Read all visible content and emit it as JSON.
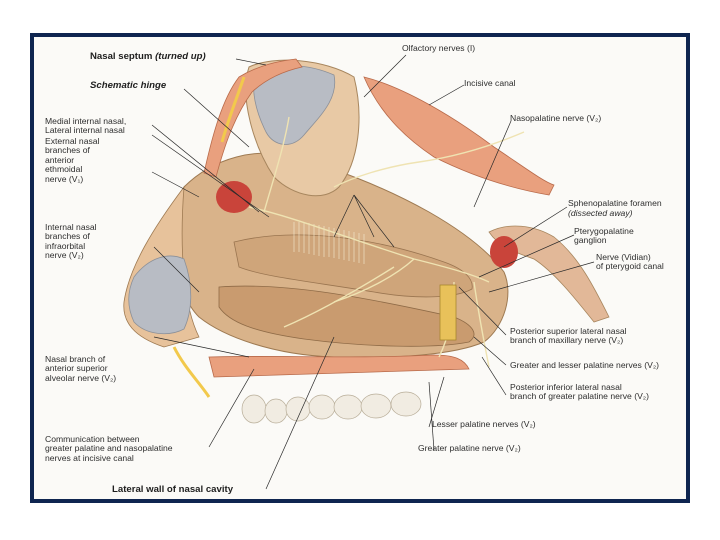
{
  "colors": {
    "frame": "#0f2550",
    "nerve": "#e6d8a0",
    "tissue": "#d9b38a",
    "bone": "#e9a07e",
    "vessel": "#c9443a",
    "fat": "#f2c94c",
    "mucosa_grey": "#b8bcc4"
  },
  "labels": {
    "nasal_septum_bold": "Nasal septum",
    "nasal_septum_rest": "(turned up)",
    "schematic_hinge": "Schematic hinge",
    "medial_lateral_internal_nasal": "Medial internal nasal,\nLateral internal nasal",
    "external_nasal_branches": "External nasal\nbranches of\nanterior\nethmoidal\nnerve (V₁)",
    "internal_nasal_infraorbital": "Internal nasal\nbranches of\ninfraorbital\nnerve (V₂)",
    "nasal_branch_alveolar": "Nasal branch of\nanterior superior\nalveolar nerve (V₂)",
    "communication_palatine": "Communication between\ngreater palatine and nasopalatine\nnerves at incisive canal",
    "lateral_wall": "Lateral wall of nasal cavity",
    "olfactory_nerves": "Olfactory nerves (I)",
    "incisive_canal": "Incisive canal",
    "nasopalatine_nerve": "Nasopalatine nerve (V₂)",
    "sphenopalatine_foramen": "Sphenopalatine foramen",
    "sphenopalatine_foramen_note": "(dissected away)",
    "pterygopalatine_ganglion": "Pterygopalatine\nganglion",
    "nerve_vidian": "Nerve (Vidian)\nof pterygoid canal",
    "posterior_superior_lateral": "Posterior superior lateral nasal\nbranch of maxillary nerve (V₂)",
    "greater_lesser_palatine": "Greater and lesser palatine nerves (V₂)",
    "posterior_inferior_lateral": "Posterior inferior lateral nasal\nbranch of greater palatine nerve (V₂)",
    "lesser_palatine": "Lesser palatine nerves (V₂)",
    "greater_palatine": "Greater palatine nerve (V₂)"
  }
}
